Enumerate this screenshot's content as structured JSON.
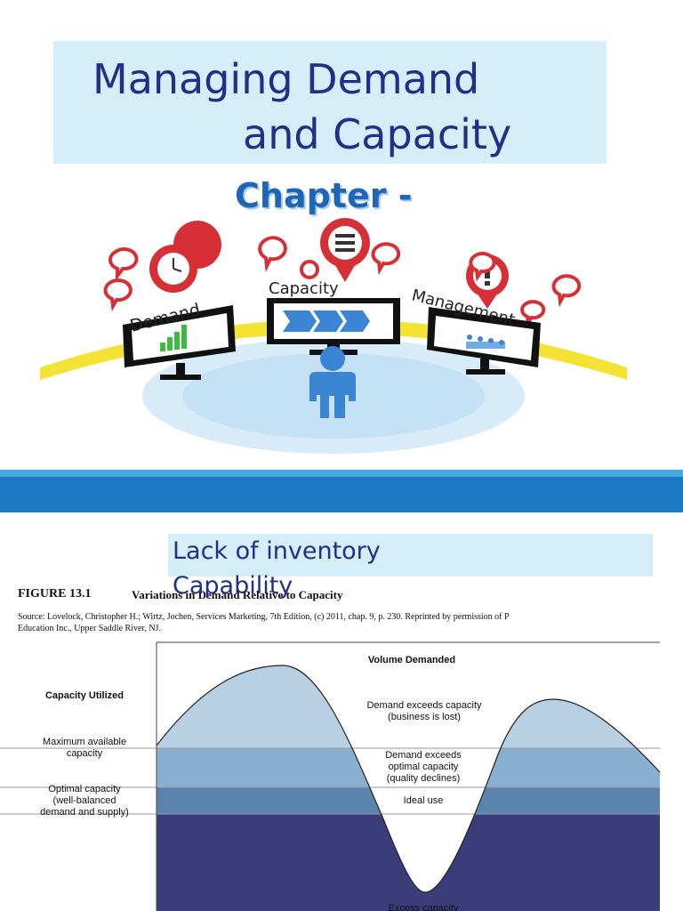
{
  "slide1": {
    "title_line1": "Managing Demand",
    "title_line2": "and  Capacity",
    "chapter": "Chapter -",
    "illustration": {
      "demand_label": "Demand",
      "capacity_label": "Capacity",
      "management_label": "Management"
    }
  },
  "slide2": {
    "subtitle_line1": "Lack of inventory",
    "subtitle_line2": "Capability",
    "figure_label": "FIGURE 13.1",
    "figure_title": "Variations in Demand Relative to Capacity",
    "source_line1": "Source: Lovelock, Christopher H.; Wirtz, Jochen, Services Marketing, 7th Edition, (c) 2011, chap. 9, p. 230. Reprinted by permission of P",
    "source_line2": "Education Inc., Upper Saddle River, NJ.",
    "chart_data": {
      "type": "area",
      "title": "Volume Demanded",
      "ylabel": "Capacity Utilized",
      "levels": [
        {
          "name": "Maximum available capacity",
          "label_lines": [
            "Maximum available",
            "capacity"
          ]
        },
        {
          "name": "Optimal capacity (well-balanced demand and supply)",
          "label_lines": [
            "Optimal capacity",
            "(well-balanced",
            "demand and supply)"
          ]
        }
      ],
      "zones": [
        {
          "label_lines": [
            "Demand exceeds capacity",
            "(business is lost)"
          ],
          "color": "#b7d0e3"
        },
        {
          "label_lines": [
            "Demand exceeds",
            "optimal capacity",
            "(quality declines)"
          ],
          "color": "#88b0d1"
        },
        {
          "label_lines": [
            "Ideal use"
          ],
          "color": "#5a83ad"
        },
        {
          "label_lines": [
            "Excess capacity"
          ],
          "color": "#3b3c7a"
        }
      ]
    }
  }
}
